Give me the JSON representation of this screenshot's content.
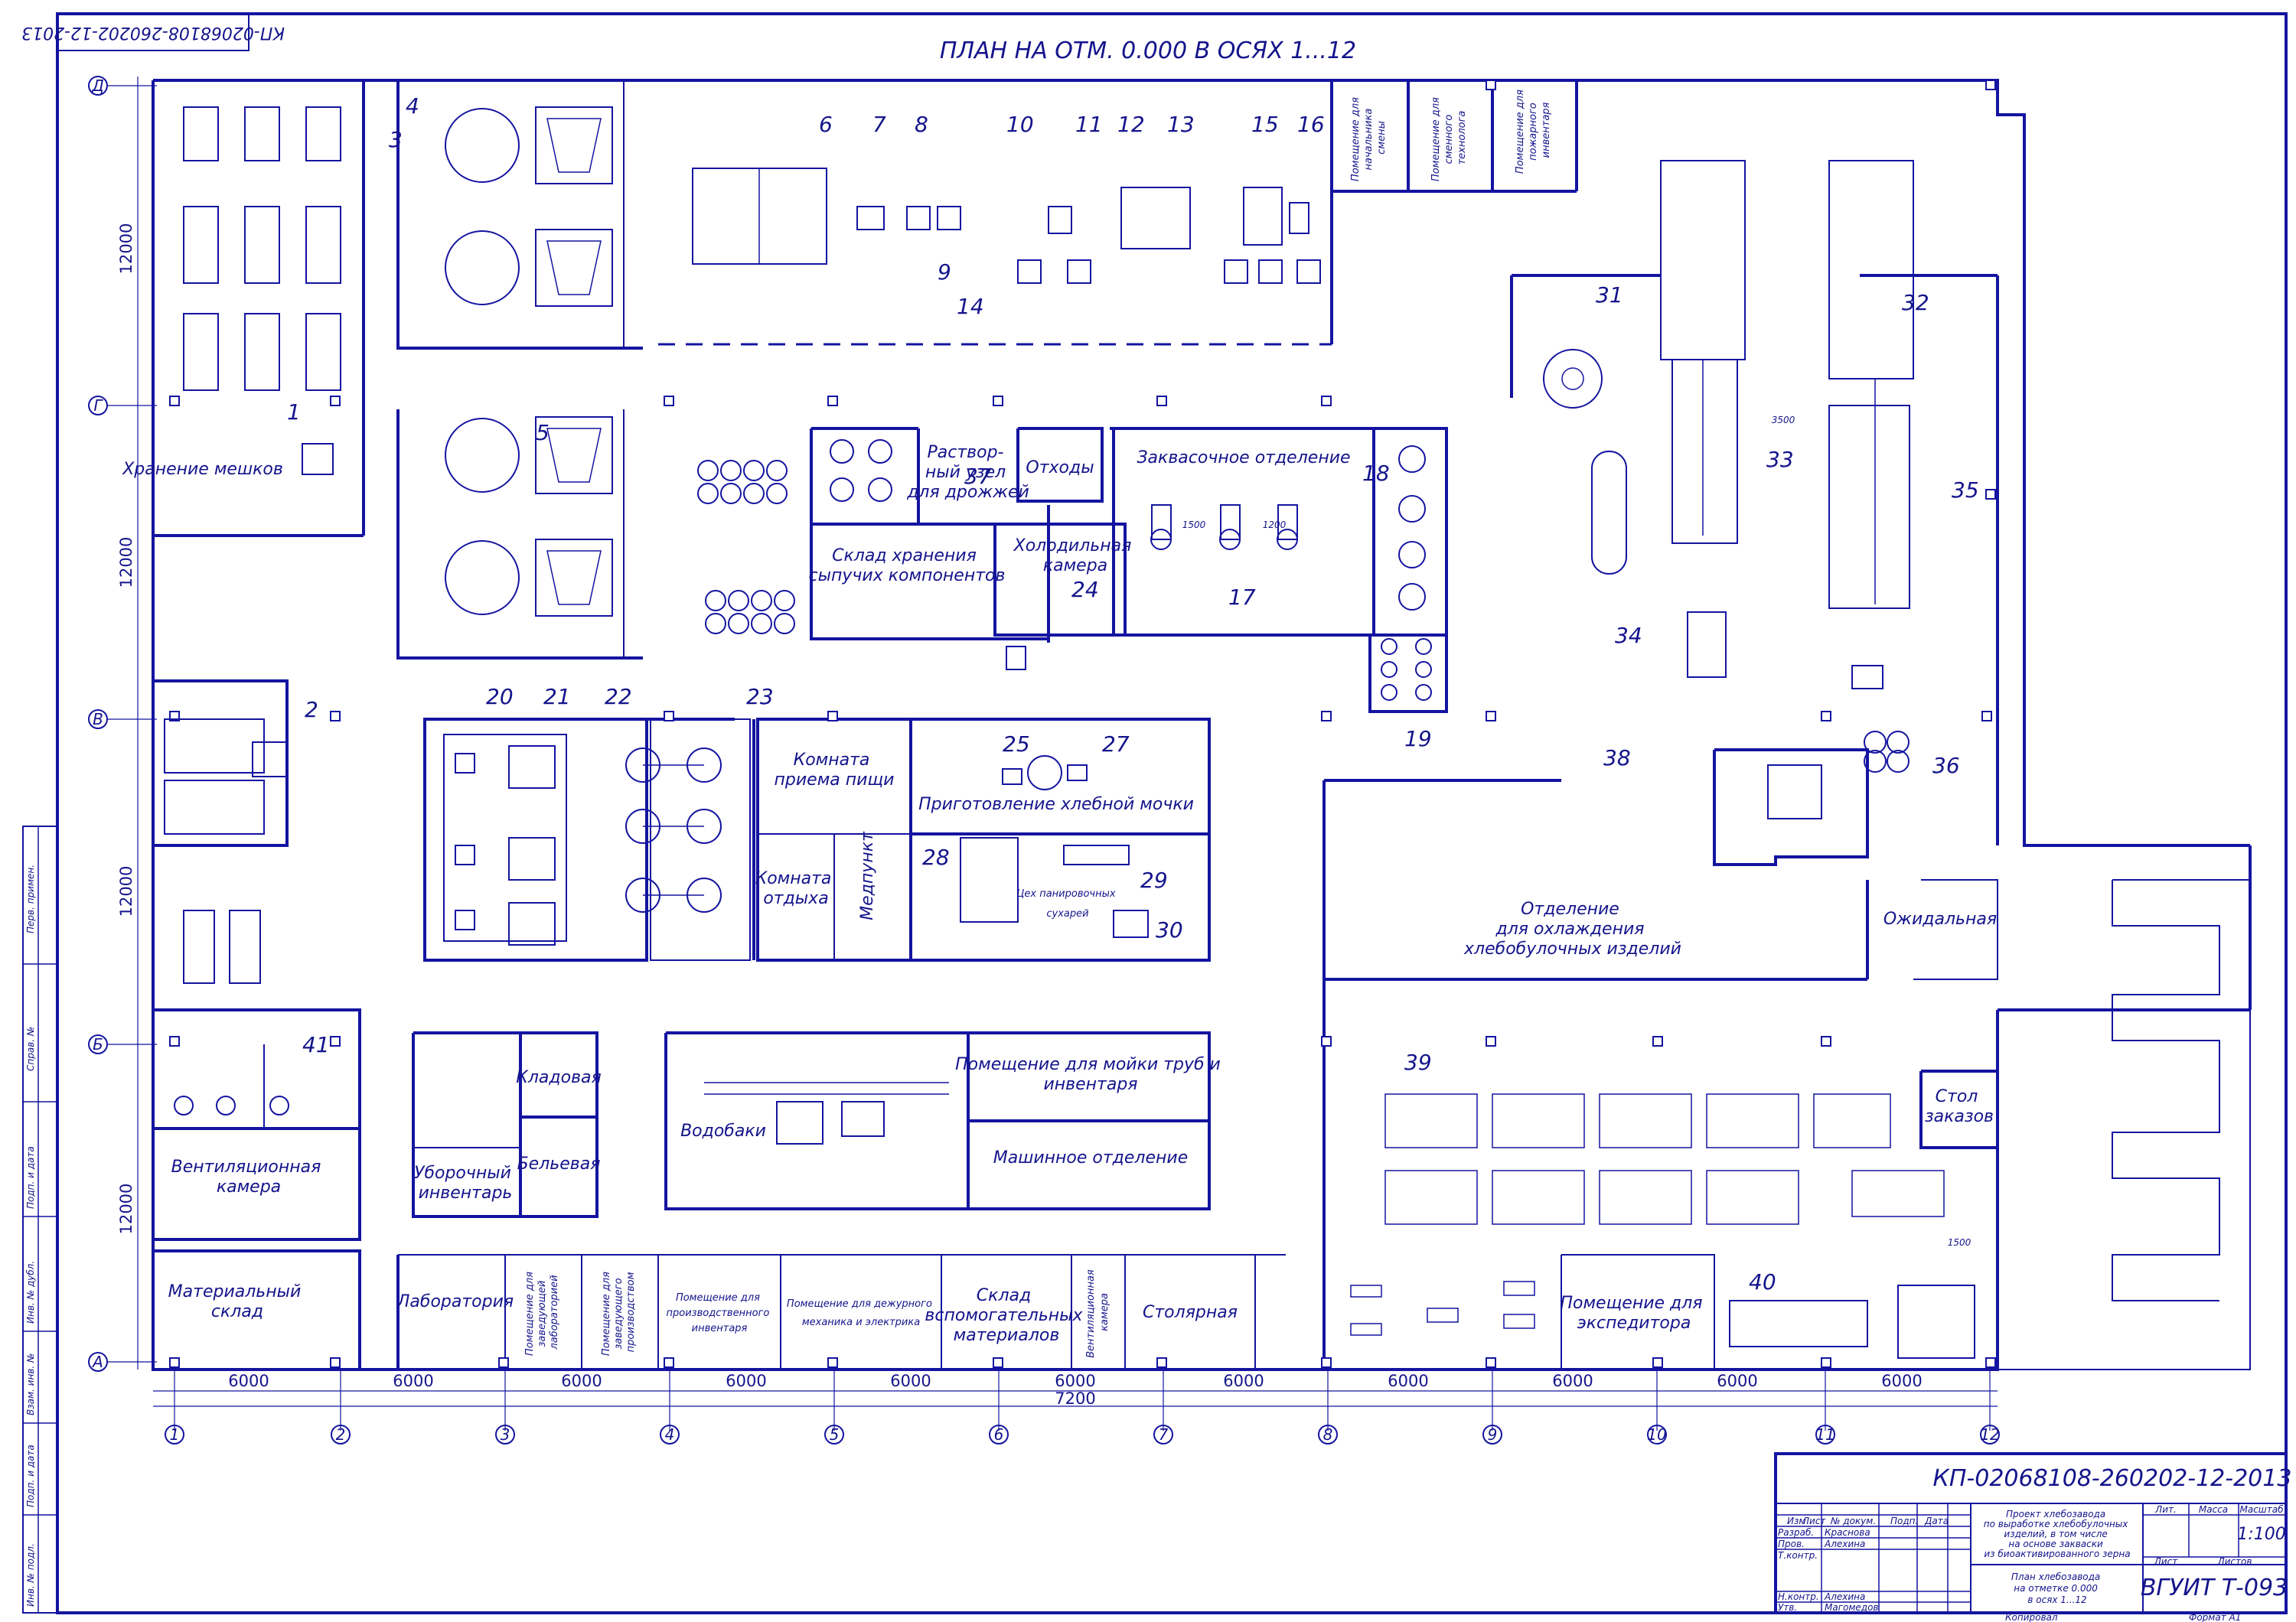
{
  "drawing": {
    "title": "ПЛАН НА ОТМ. 0.000 В ОСЯХ 1...12",
    "top_code_rotated": "КП-02068108-260202-12-2013"
  },
  "axes": {
    "horizontal": [
      "1",
      "2",
      "3",
      "4",
      "5",
      "6",
      "7",
      "8",
      "9",
      "10",
      "11",
      "12"
    ],
    "vertical": [
      "Д",
      "Г",
      "В",
      "Б",
      "А"
    ]
  },
  "dimensions": {
    "bays": [
      "6000",
      "6000",
      "6000",
      "6000",
      "6000",
      "6000",
      "6000",
      "6000",
      "6000",
      "6000",
      "6000"
    ],
    "total": "7200",
    "left_spans": [
      "12000",
      "12000",
      "12000",
      "12000"
    ],
    "equipment_gaps": [
      "1500",
      "1200",
      "3500",
      "1500"
    ]
  },
  "rooms": {
    "bag_storage": "Хранение мешков",
    "dissolving_node": [
      "Раствор-",
      "ный узел",
      "для дрожжей"
    ],
    "waste": "Отходы",
    "starter_dept": "Заквасочное отделение",
    "bulk_storage": [
      "Склад хранения",
      "сыпучих компонентов"
    ],
    "cold_room": [
      "Холодильная",
      "камера"
    ],
    "shift_master": [
      "Помещение для",
      "начальника",
      "смены"
    ],
    "shift_technologist": [
      "Помещение для",
      "сменного",
      "технолога"
    ],
    "fire_inventory": [
      "Помещение для",
      "пожарного",
      "инвентаря"
    ],
    "eating_room": [
      "Комната",
      "приема пищи"
    ],
    "bread_crumb_prep": "Приготовление хлебной мочки",
    "rest_room": [
      "Комната",
      "отдыха"
    ],
    "medpoint": "Медпункт",
    "breading_shop": [
      "Цех панировочных",
      "сухарей"
    ],
    "cooling_dept": [
      "Отделение",
      "для охлаждения",
      "хлебобулочных изделий"
    ],
    "waiting": "Ожидальная",
    "pantry": "Кладовая",
    "linen": "Бельевая",
    "cleaning_inventory": [
      "Уборочный",
      "инвентарь"
    ],
    "water_tanks": "Водобаки",
    "pipe_washing": [
      "Помещение для мойки труб и",
      "инвентаря"
    ],
    "machine_dept": "Машинное отделение",
    "ventilation_chamber": [
      "Вентиляционная",
      "камера"
    ],
    "material_store": [
      "Материальный",
      "склад"
    ],
    "laboratory": "Лаборатория",
    "head_lab": [
      "Помещение для",
      "заведующей",
      "лабораторией"
    ],
    "head_production": [
      "Помещение для",
      "заведующего",
      "производством"
    ],
    "production_inventory": [
      "Помещение для",
      "производственного",
      "инвентаря"
    ],
    "duty_mechanic": [
      "Помещение для дежурного",
      "механика и электрика"
    ],
    "aux_materials": [
      "Склад",
      "вспомогательных",
      "материалов"
    ],
    "vent_chamber_small": [
      "Вентиляционная",
      "камера"
    ],
    "carpentry": "Столярная",
    "forwarder": [
      "Помещение для",
      "экспедитора"
    ],
    "order_table": [
      "Стол",
      "заказов"
    ]
  },
  "equipment_labels": [
    "1",
    "2",
    "3",
    "4",
    "5",
    "6",
    "7",
    "8",
    "9",
    "10",
    "11",
    "12",
    "13",
    "14",
    "15",
    "16",
    "17",
    "18",
    "19",
    "20",
    "21",
    "22",
    "23",
    "24",
    "25",
    "27",
    "28",
    "29",
    "30",
    "31",
    "32",
    "33",
    "34",
    "35",
    "36",
    "37",
    "38",
    "39",
    "40",
    "41"
  ],
  "title_block": {
    "code": "КП-02068108-260202-12-2013",
    "project_text": [
      "Проект хлебозавода",
      "по выработке хлебобулочных",
      "изделий, в том числе",
      "на основе закваски",
      "из биоактивированного зерна"
    ],
    "sheet_text": [
      "План хлебозавода",
      "на отметке 0.000",
      "в осях 1...12"
    ],
    "org": "ВГУИТ Т-093",
    "scale": "1:100",
    "headers": {
      "izm": "Изм",
      "list": "Лист",
      "doc": "№ докум.",
      "sign": "Подп.",
      "date": "Дата",
      "lit": "Лит.",
      "mass": "Масса",
      "masht": "Масштаб",
      "sheet": "Лист",
      "sheets": "Листов"
    },
    "roles": [
      {
        "role": "Разраб.",
        "name": "Краснова"
      },
      {
        "role": "Пров.",
        "name": "Алехина"
      },
      {
        "role": "Т.контр.",
        "name": ""
      },
      {
        "role": "Н.контр.",
        "name": "Алехина"
      },
      {
        "role": "Утв.",
        "name": "Магомедов"
      }
    ],
    "copied": "Копировал",
    "format": "Формат   А1"
  },
  "left_strip": [
    "Перв. примен.",
    "Справ. №",
    "Подп. и дата",
    "Инв. № дубл.",
    "Взам. инв. №",
    "Подп. и дата",
    "Инв. № подл."
  ]
}
